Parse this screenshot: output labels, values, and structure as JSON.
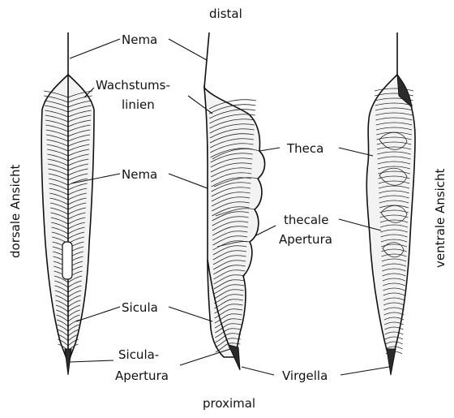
{
  "labels": {
    "distal": "distal",
    "proximal": "proximal",
    "nema_top": "Nema",
    "wachstumslinien_line1": "Wachstums-",
    "wachstumslinien_line2": "linien",
    "nema_mid": "Nema",
    "sicula": "Sicula",
    "sicula_apertura_line1": "Sicula-",
    "sicula_apertura_line2": "Apertura",
    "theca": "Theca",
    "thecale_apertura_line1": "thecale",
    "thecale_apertura_line2": "Apertura",
    "virgella": "Virgella",
    "dorsale_ansicht": "dorsale Ansicht",
    "ventrale_ansicht": "ventrale Ansicht"
  },
  "colors": {
    "ink": "#111111",
    "shading": "#f3f3f3",
    "background": "#ffffff"
  }
}
